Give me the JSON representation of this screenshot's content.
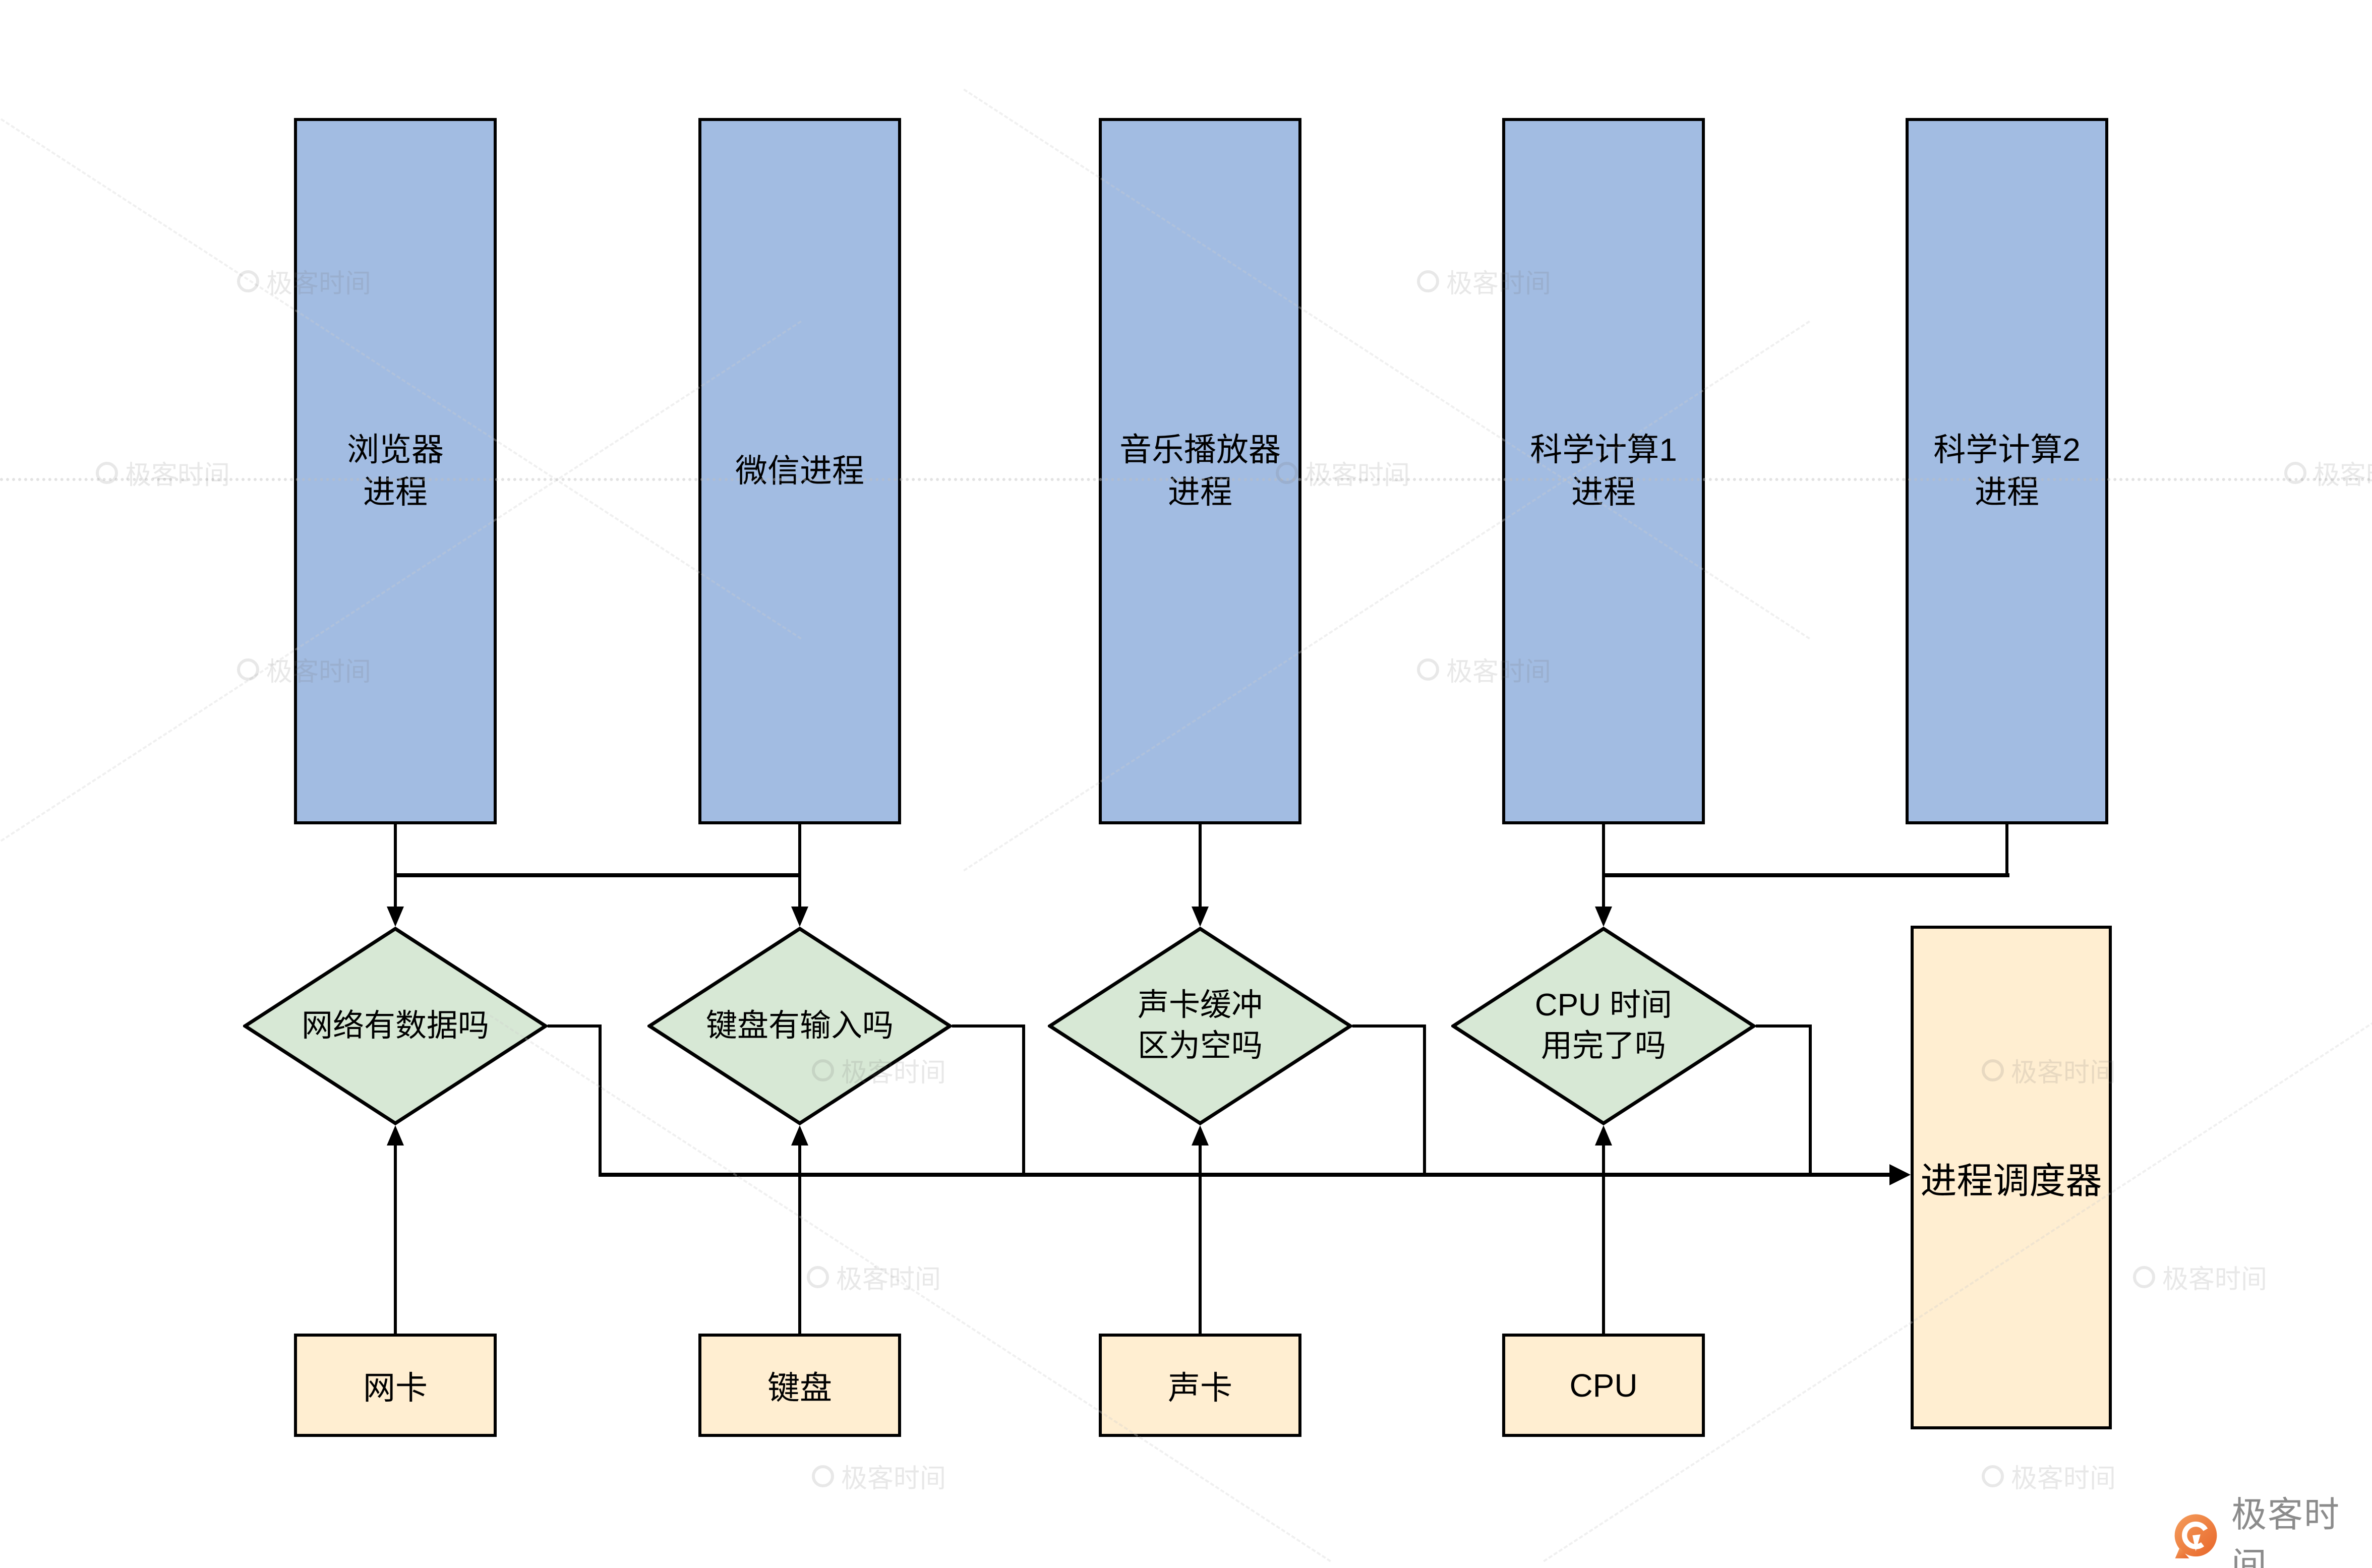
{
  "watermark": {
    "text": "极客时间"
  },
  "logo": {
    "text": "极客时间",
    "icon": "geektime-pin-icon"
  },
  "colors": {
    "process_fill": "#a2bce2",
    "decision_fill": "#d7e8d5",
    "device_fill": "#ffeed1",
    "border": "#000000",
    "line": "#000000",
    "logo_orange_light": "#f49d5c",
    "logo_orange_dark": "#e8662a",
    "logo_text_gray": "#8b8b8b"
  },
  "diagram": {
    "processes": [
      {
        "id": "browser",
        "lines": [
          "浏览器",
          "进程"
        ]
      },
      {
        "id": "wechat",
        "lines": [
          "微信进程"
        ]
      },
      {
        "id": "music-player",
        "lines": [
          "音乐播放器",
          "进程"
        ]
      },
      {
        "id": "sci-compute-1",
        "lines": [
          "科学计算1",
          "进程"
        ]
      },
      {
        "id": "sci-compute-2",
        "lines": [
          "科学计算2",
          "进程"
        ]
      }
    ],
    "decisions": [
      {
        "id": "network-has-data",
        "lines": [
          "网络有数据吗"
        ]
      },
      {
        "id": "keyboard-has-input",
        "lines": [
          "键盘有输入吗"
        ]
      },
      {
        "id": "soundcard-buffer-empty",
        "lines": [
          "声卡缓冲",
          "区为空吗"
        ]
      },
      {
        "id": "cpu-time-used-up",
        "lines": [
          "CPU 时间",
          "用完了吗"
        ]
      }
    ],
    "devices": [
      {
        "label": "网卡"
      },
      {
        "label": "键盘"
      },
      {
        "label": "声卡"
      },
      {
        "label": "CPU"
      }
    ],
    "scheduler": {
      "label": "进程调度器"
    }
  }
}
